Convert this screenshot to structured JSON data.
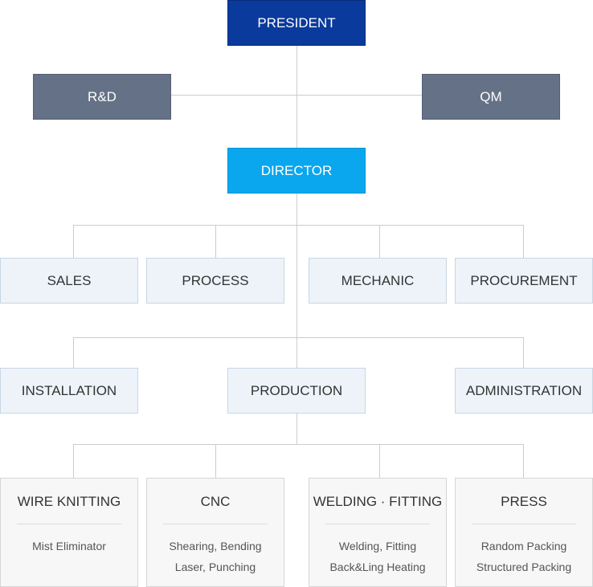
{
  "top": {
    "president": "PRESIDENT",
    "rnd": "R&D",
    "qm": "QM",
    "director": "DIRECTOR"
  },
  "departments": {
    "sales": "SALES",
    "process": "PROCESS",
    "mechanic": "MECHANIC",
    "procurement": "PROCUREMENT",
    "installation": "INSTALLATION",
    "production": "PRODUCTION",
    "administration": "ADMINISTRATION"
  },
  "production_units": [
    {
      "title": "WIRE KNITTING",
      "details": [
        "Mist Eliminator"
      ]
    },
    {
      "title": "CNC",
      "details": [
        "Shearing, Bending",
        "Laser, Punching"
      ]
    },
    {
      "title": "WELDING · FITTING",
      "details": [
        "Welding, Fitting",
        "Back&Ling Heating"
      ]
    },
    {
      "title": "PRESS",
      "details": [
        "Random Packing",
        "Structured Packing"
      ]
    }
  ],
  "colors": {
    "president": "#0a3a9c",
    "side": "#657186",
    "director": "#0aa7ee",
    "department": "#edf3f9",
    "unit": "#f7f7f7",
    "connector": "#cccccc"
  }
}
